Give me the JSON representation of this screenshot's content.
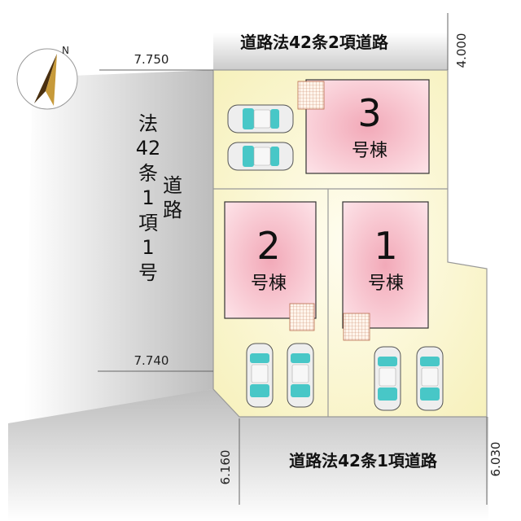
{
  "roads": {
    "top_label": "道路法42条2項道路",
    "bottom_label": "道路法42条1項道路",
    "left_label_col1": [
      "法",
      "42",
      "条",
      "1",
      "項",
      "1",
      "号"
    ],
    "left_label_col2": [
      "道",
      "路"
    ]
  },
  "dimensions": {
    "top_left": "7.750",
    "top_right": "4.000",
    "mid_left": "7.740",
    "bottom_left": "6.160",
    "bottom_right": "6.030"
  },
  "lots": [
    {
      "number": "3",
      "label": "号棟"
    },
    {
      "number": "2",
      "label": "号棟"
    },
    {
      "number": "1",
      "label": "号棟"
    }
  ],
  "compass": {
    "label": "N"
  },
  "colors": {
    "site": "#fbf8d6",
    "house": "#f6c9d3",
    "road_gray": "#c8c8c8",
    "car_body": "#eeeeee",
    "car_glass": "#48c7c7"
  }
}
